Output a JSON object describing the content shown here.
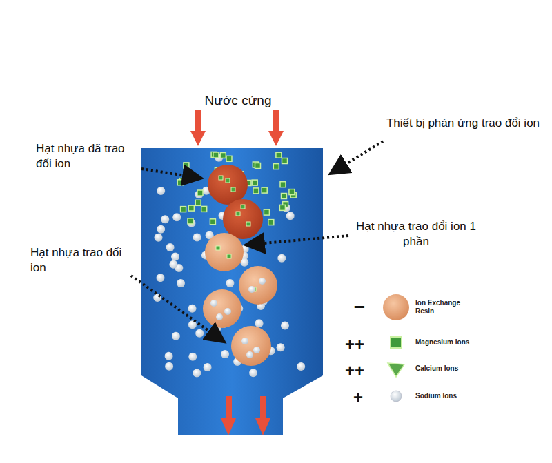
{
  "diagram": {
    "labels": [
      "Nước cứng",
      "Thiết bị phản ứng trao đổi ion",
      "Hạt nhựa đã trao đổi ion",
      "Hạt nhựa trao đổi ion 1 phần",
      "Hạt nhựa trao đổi ion",
      "−",
      "++",
      "++",
      "+"
    ],
    "legend": [
      {
        "text": "Ion Exchange Resin"
      },
      {
        "text": "Magnesium Ions"
      },
      {
        "text": "Calcium Ions"
      },
      {
        "text": "Sodium Ions"
      }
    ]
  }
}
